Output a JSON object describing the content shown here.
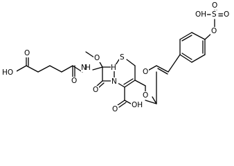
{
  "molecule": {
    "atom_labels": {
      "hooc_left": "HO",
      "o_acid_left_double": "O",
      "o_amide": "O",
      "nh": "N",
      "nh_h": "H",
      "o_methoxy": "O",
      "s_ring": "S",
      "h_stereo": "H",
      "n_ring": "N",
      "o_lactam": "O",
      "o_ester_carbonyl": "O",
      "o_ester_link": "O",
      "cooh_o_double": "O",
      "cooh_oh": "OH",
      "o_aryl": "O",
      "s_sulfo": "S",
      "o_sulfo_top": "O",
      "o_sulfo_right": "O",
      "oh_sulfo": "OH"
    },
    "colors": {
      "bond": "#000000",
      "label": "#000000",
      "background": "#ffffff"
    }
  }
}
